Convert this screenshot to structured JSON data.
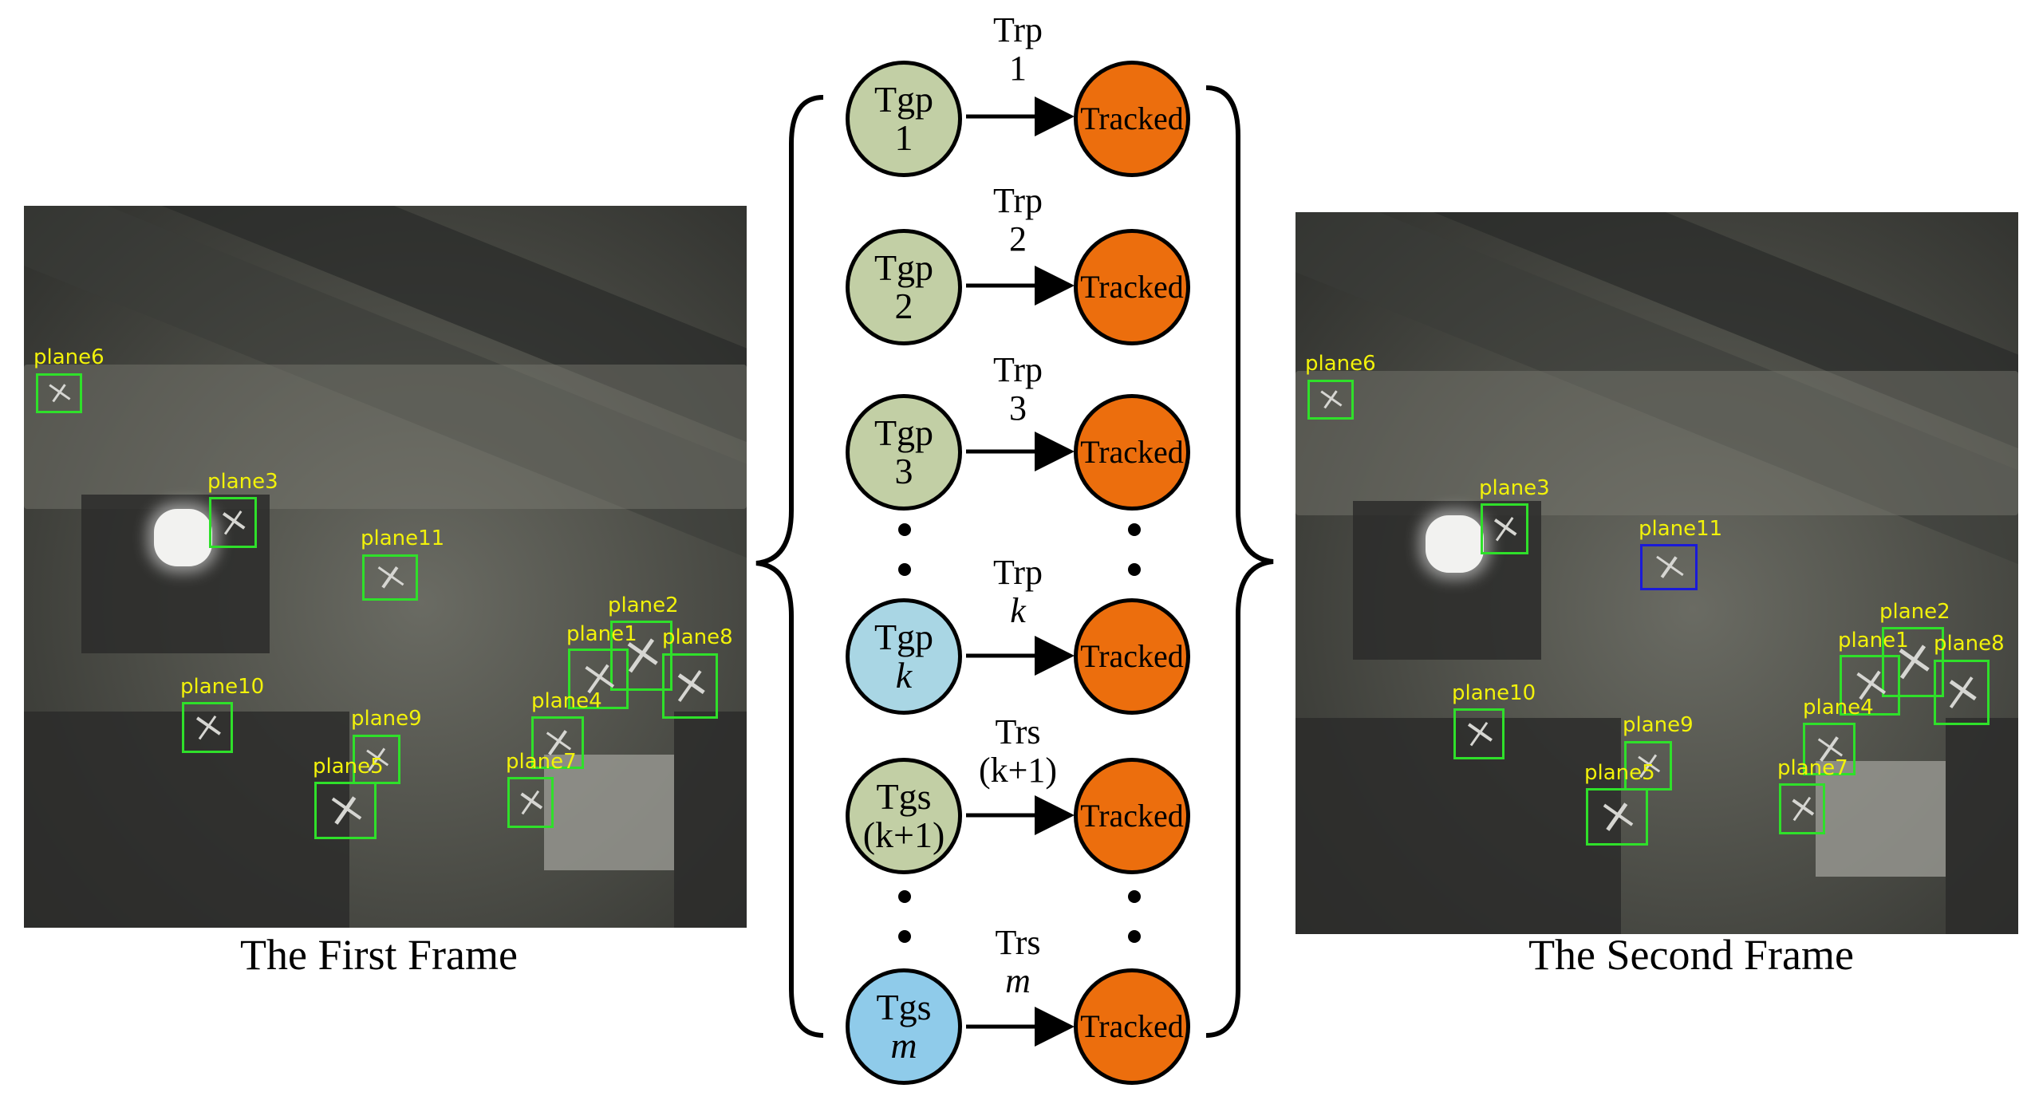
{
  "captions": {
    "first": "The First Frame",
    "second": "The Second Frame"
  },
  "first_frame_labels": [
    "plane6",
    "plane3",
    "plane11",
    "plane2",
    "plane1",
    "plane8",
    "plane4",
    "plane10",
    "plane9",
    "plane5",
    "plane7"
  ],
  "second_frame_labels": [
    "plane6",
    "plane3",
    "plane11",
    "plane2",
    "plane1",
    "plane8",
    "plane4",
    "plane10",
    "plane9",
    "plane5",
    "plane7"
  ],
  "tracked_label": "Tracked",
  "rows": [
    {
      "node_l1": "Tgp",
      "node_l2": "1",
      "edge_l1": "Trp",
      "edge_l2": "1"
    },
    {
      "node_l1": "Tgp",
      "node_l2": "2",
      "edge_l1": "Trp",
      "edge_l2": "2"
    },
    {
      "node_l1": "Tgp",
      "node_l2": "3",
      "edge_l1": "Trp",
      "edge_l2": "3"
    },
    {
      "node_l1": "Tgp",
      "node_l2": "k",
      "edge_l1": "Trp",
      "edge_l2": "k"
    },
    {
      "node_l1": "Tgs",
      "node_l2": "(k+1)",
      "edge_l1": "Trs",
      "edge_l2": "(k+1)"
    },
    {
      "node_l1": "Tgs",
      "node_l2": "m",
      "edge_l1": "Trs",
      "edge_l2": "m"
    }
  ],
  "colors": {
    "green_node": "#c2cfa5",
    "light_blue_node": "#a9d6e4",
    "blue_node": "#8fcbea",
    "tracked": "#ec6e0d",
    "box_green": "#2fe02a",
    "box_blue": "#1a1ad8",
    "label_yellow": "#f2f20a"
  }
}
